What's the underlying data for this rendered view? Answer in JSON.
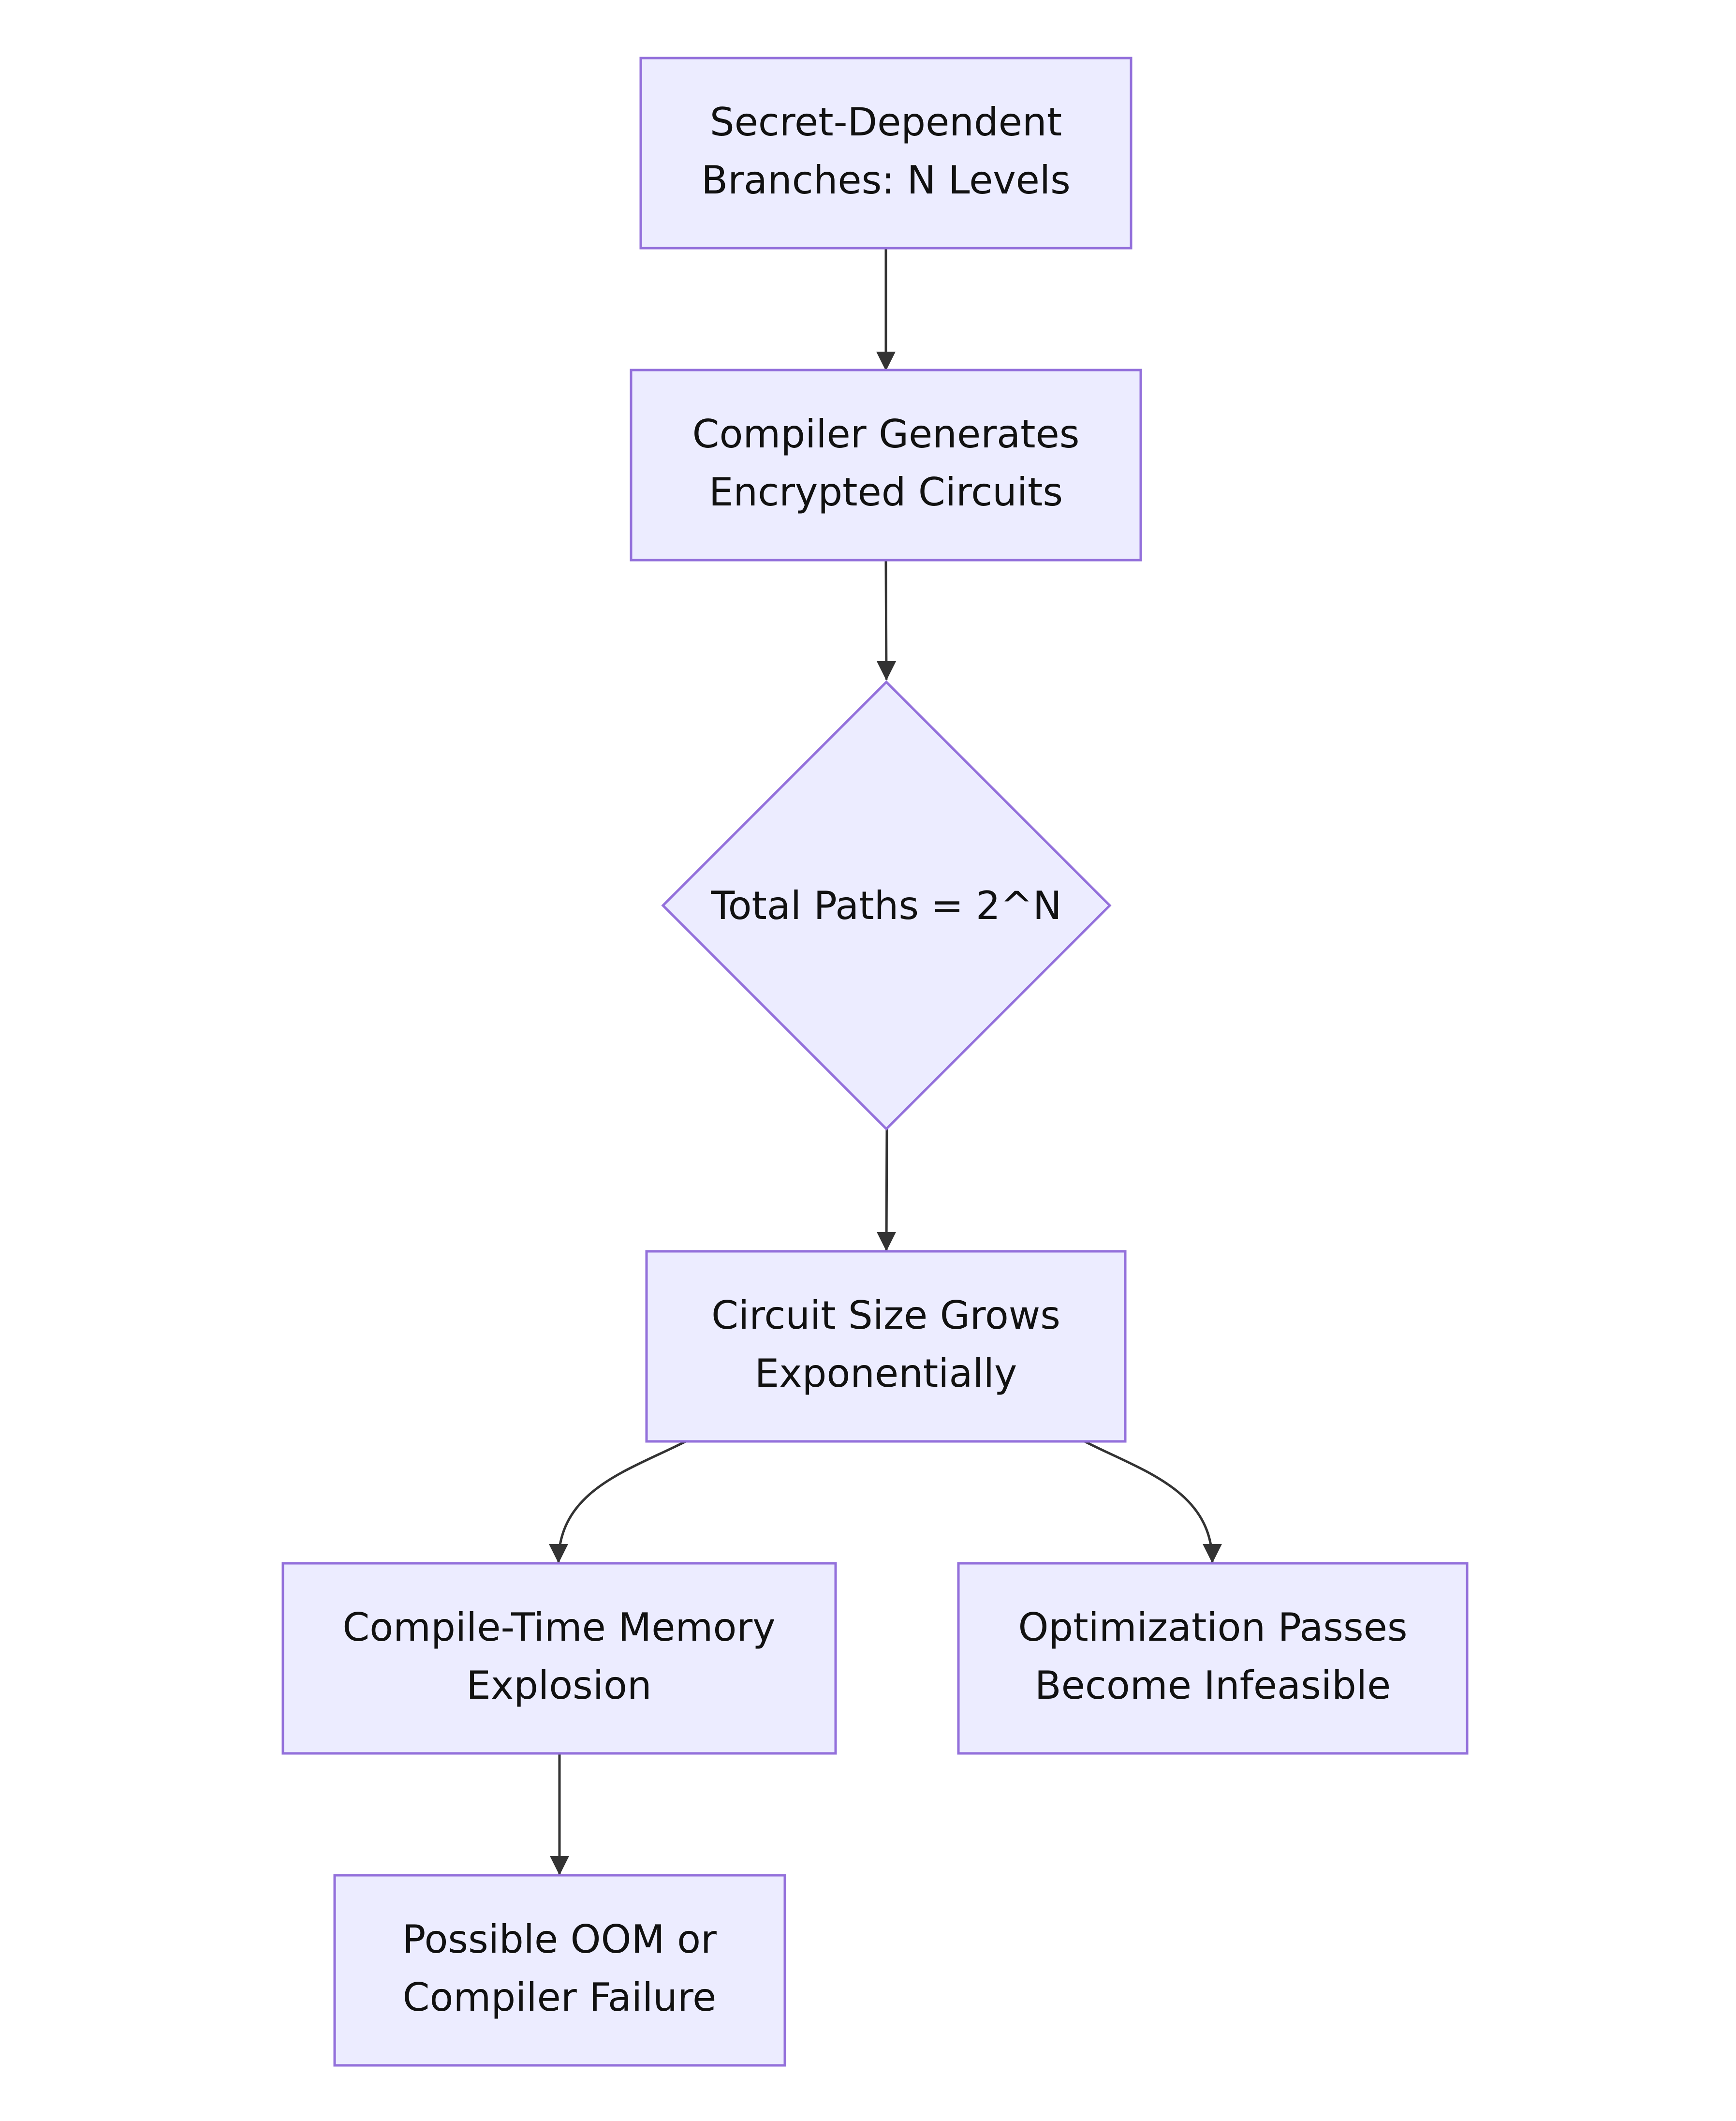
{
  "diagram": {
    "type": "flowchart",
    "colors": {
      "node_fill": "#ECECFF",
      "node_stroke": "#9370DB",
      "edge": "#333333",
      "text": "#111111",
      "background": "#FFFFFF"
    },
    "nodes": {
      "secret_branches": {
        "line1": "Secret-Dependent",
        "line2": "Branches: N Levels"
      },
      "compiler_generates": {
        "line1": "Compiler Generates",
        "line2": "Encrypted Circuits"
      },
      "total_paths": {
        "label": "Total Paths = 2^N"
      },
      "circuit_size": {
        "line1": "Circuit Size Grows",
        "line2": "Exponentially"
      },
      "memory_explosion": {
        "line1": "Compile-Time Memory",
        "line2": "Explosion"
      },
      "optimization_infeasible": {
        "line1": "Optimization Passes",
        "line2": "Become Infeasible"
      },
      "oom_failure": {
        "line1": "Possible OOM or",
        "line2": "Compiler Failure"
      }
    },
    "edges": [
      {
        "from": "secret_branches",
        "to": "compiler_generates"
      },
      {
        "from": "compiler_generates",
        "to": "total_paths"
      },
      {
        "from": "total_paths",
        "to": "circuit_size"
      },
      {
        "from": "circuit_size",
        "to": "memory_explosion"
      },
      {
        "from": "circuit_size",
        "to": "optimization_infeasible"
      },
      {
        "from": "memory_explosion",
        "to": "oom_failure"
      }
    ]
  }
}
